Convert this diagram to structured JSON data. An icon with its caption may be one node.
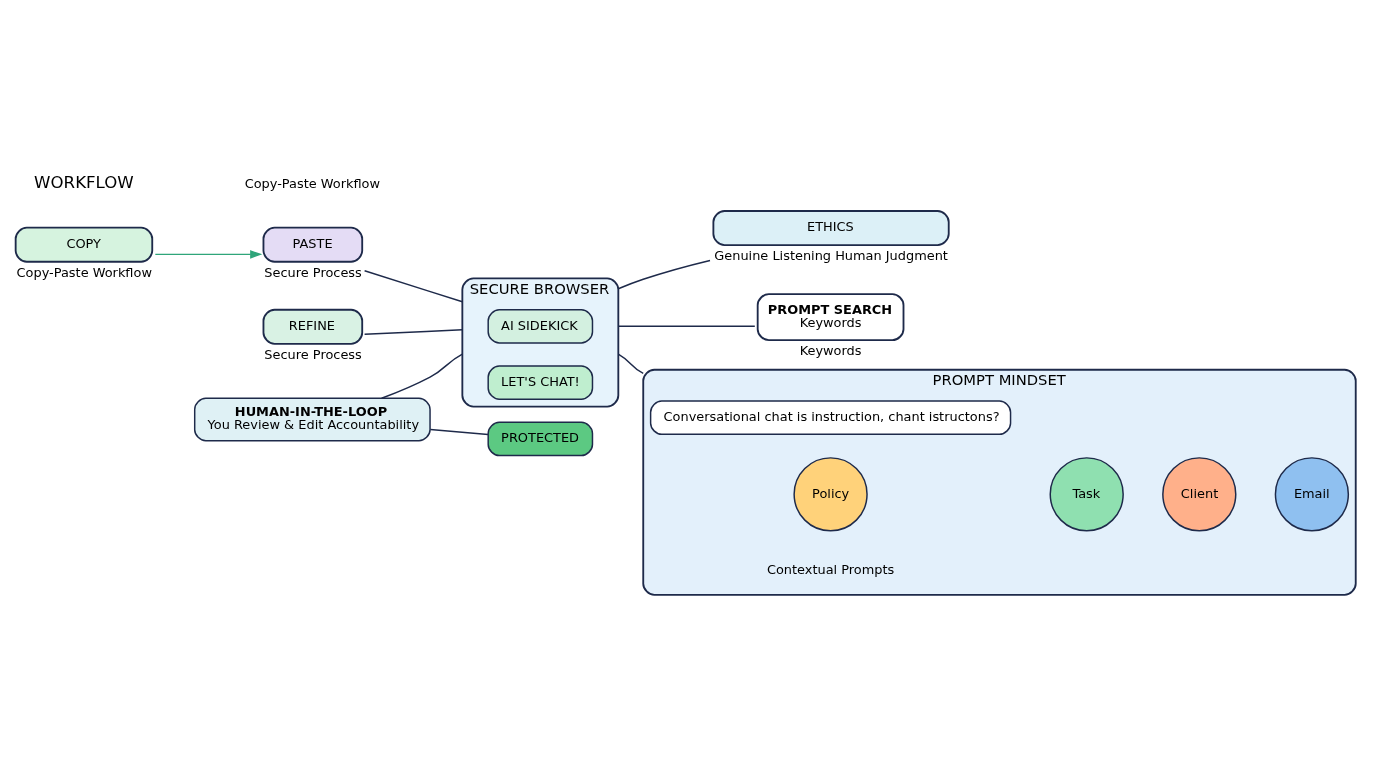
{
  "diagram": {
    "nodes": [
      {
        "text": [
          "COPY"
        ],
        "beside": [
          "Copy-Paste Workflow"
        ]
      },
      {
        "text": [
          "PASTE"
        ],
        "beside": [
          "Secure Process"
        ]
      },
      {
        "text": [
          "REFINE"
        ],
        "beside": [
          "Secure Process"
        ]
      },
      {
        "text": [
          "HUMAN-IN-THE-LOOP",
          "You Review & Edit Accountability"
        ]
      },
      {
        "text": [
          "SECURE BROWSER"
        ]
      },
      {
        "text": [
          "AI SIDEKICK"
        ],
        "in": 4
      },
      {
        "text": [
          "LET'S CHAT!"
        ],
        "in": 4
      },
      {
        "text": [
          "PROTECTED"
        ]
      },
      {
        "text": [
          "ETHICS"
        ],
        "beside": [
          "Genuine Listening Human Judgment"
        ]
      },
      {
        "text": [
          "PROMPT SEARCH",
          "Keywords"
        ],
        "beside": [
          "Keywords"
        ]
      },
      {
        "text": [
          "PROMPT MINDSET"
        ],
        "beside": [
          "Contextual Prompts"
        ]
      },
      {
        "text": [
          "Conversational chat is instruction, chant istructons?"
        ],
        "in": 10
      },
      {
        "text": [
          "Policy"
        ],
        "in": 10
      },
      {
        "text": [
          "Task"
        ],
        "in": 10
      },
      {
        "text": [
          "Client"
        ],
        "in": 10
      },
      {
        "text": [
          "Email"
        ],
        "in": 10
      }
    ],
    "edges": [
      {
        "from": 0,
        "to": 1,
        "arrow": "to",
        "color": "#2fa57a"
      },
      {
        "from": 1,
        "to": 4,
        "arrow": "none"
      },
      {
        "from": 2,
        "to": 4,
        "arrow": "none"
      },
      {
        "from": 3,
        "to": 4,
        "arrow": "none"
      },
      {
        "from": 3,
        "to": 7,
        "arrow": "none"
      },
      {
        "from": 4,
        "to": 8,
        "arrow": "none"
      },
      {
        "from": 4,
        "to": 10,
        "arrow": "none"
      },
      {
        "from": 4,
        "to": 9,
        "arrow": "none"
      }
    ],
    "labels": [
      "WORKFLOW",
      "Copy-Paste Workflow"
    ]
  }
}
